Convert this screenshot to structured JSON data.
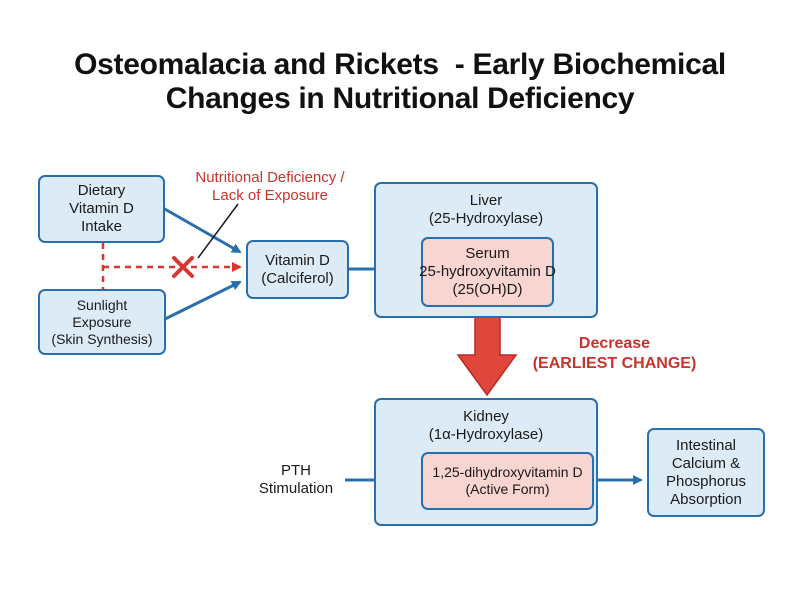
{
  "title": {
    "line1": "Osteomalacia and Rickets  - Early Biochemical",
    "line2": "Changes in Nutritional Deficiency"
  },
  "colors": {
    "box_border": "#2a6fad",
    "box_fill": "#ddebf7",
    "highlight_fill": "#f8d5d0",
    "arrow_blue": "#2a6fad",
    "arrow_red": "#d7372e",
    "text_red": "#c8342c"
  },
  "nodes": {
    "dietary": {
      "lines": [
        "Dietary",
        "Vitamin D",
        "Intake"
      ]
    },
    "sunlight": {
      "lines": [
        "Sunlight",
        "Exposure",
        "(Skin Synthesis)"
      ]
    },
    "vitamin_d": {
      "lines": [
        "Vitamin D",
        "(Calciferol)"
      ]
    },
    "liver": {
      "lines": [
        "Liver",
        "(25-Hydroxylase)"
      ]
    },
    "serum": {
      "lines": [
        "Serum",
        "25-hydroxyvitamin D",
        "(25(OH)D)"
      ]
    },
    "kidney": {
      "lines": [
        "Kidney",
        "(1α-Hydroxylase)"
      ]
    },
    "dihydroxy": {
      "lines": [
        "1,25-dihydroxyvitamin D",
        "(Active Form)"
      ]
    },
    "intestinal": {
      "lines": [
        "Intestinal",
        "Calcium &",
        "Phosphorus",
        "Absorption"
      ]
    }
  },
  "labels": {
    "deficiency": [
      "Nutritional Deficiency /",
      "Lack of Exposure"
    ],
    "decrease": [
      "Decrease",
      "(EARLIEST CHANGE)"
    ],
    "pth": [
      "PTH",
      "Stimulation"
    ]
  },
  "icons": {
    "blocked": "x-mark-icon"
  }
}
